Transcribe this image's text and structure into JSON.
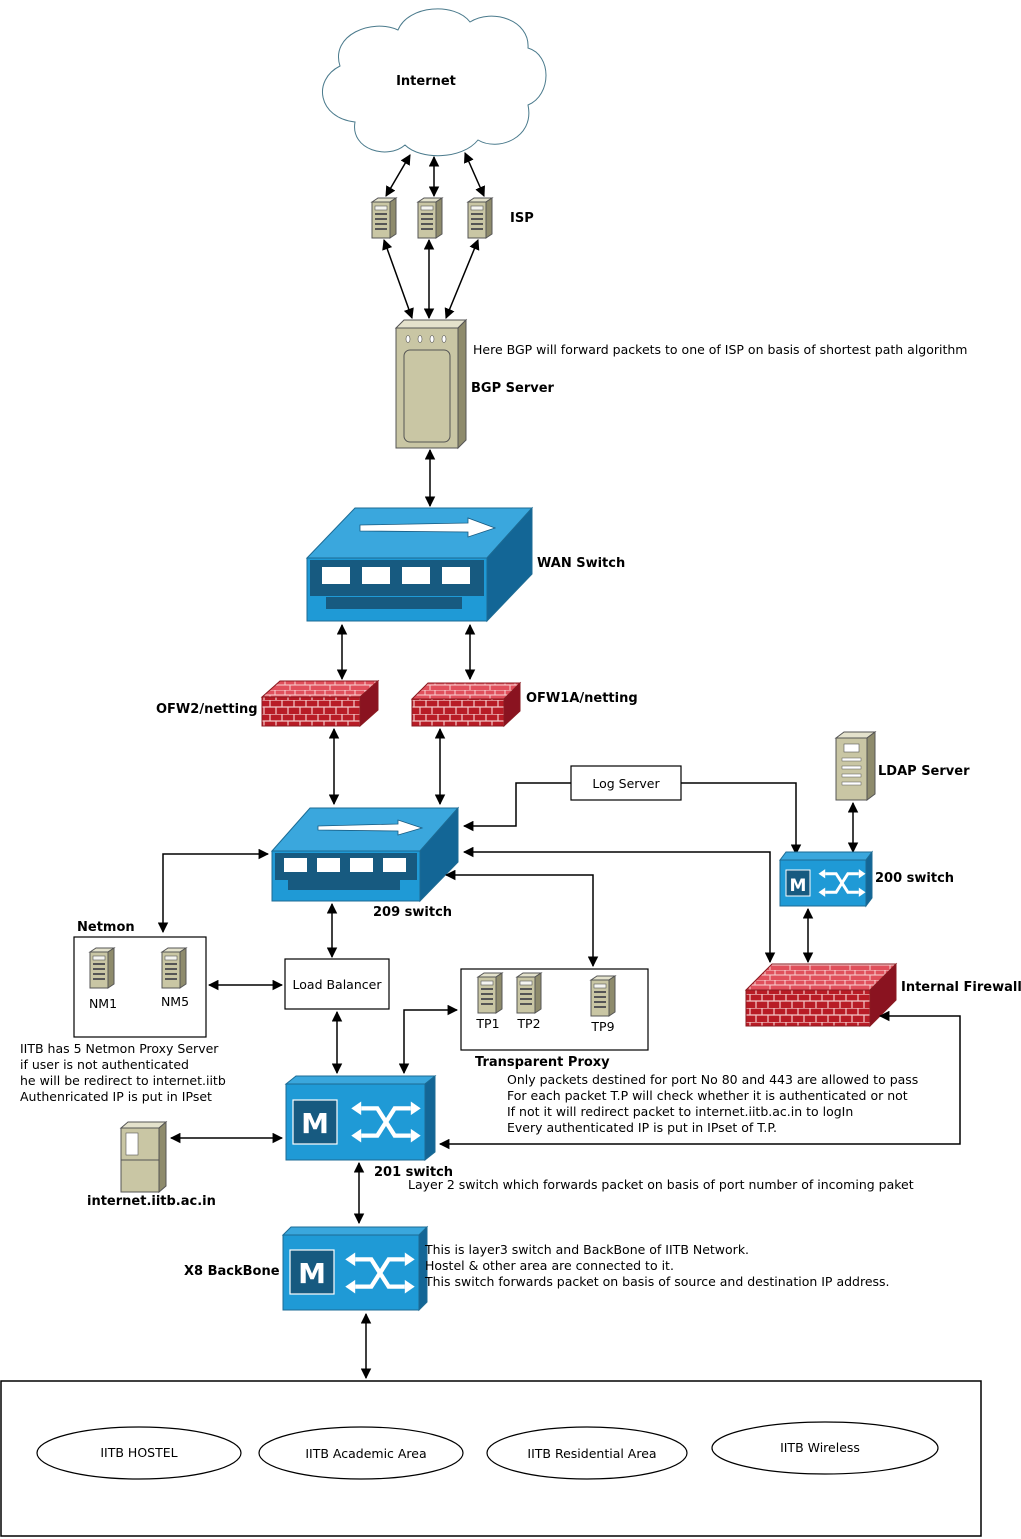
{
  "internet": {
    "label": "Internet"
  },
  "isp": {
    "label": "ISP"
  },
  "bgp": {
    "label": "BGP Server",
    "note": "Here BGP will forward packets to one of ISP on basis of shortest path algorithm"
  },
  "wan_switch": {
    "label": "WAN Switch"
  },
  "ofw2": {
    "label": "OFW2/netting"
  },
  "ofw1a": {
    "label": "OFW1A/netting"
  },
  "log_server": {
    "label": "Log Server"
  },
  "ldap": {
    "label": "LDAP Server"
  },
  "switch209": {
    "label": "209 switch"
  },
  "switch200": {
    "label": "200 switch"
  },
  "internal_firewall": {
    "label": "Internal Firewall"
  },
  "netmon": {
    "label": "Netmon",
    "nodes": [
      "NM1",
      "NM5"
    ],
    "notes": [
      "IITB has 5 Netmon Proxy Server",
      "if user is not authenticated",
      "he will be redirect to internet.iitb",
      "Authenricated IP is put in IPset"
    ]
  },
  "load_balancer": {
    "label": "Load Balancer"
  },
  "transparent_proxy": {
    "label": "Transparent Proxy",
    "nodes": [
      "TP1",
      "TP2",
      "TP9"
    ],
    "notes": [
      "Only packets destined for port No 80 and 443  are allowed to pass",
      "For  each packet T.P will check whether it is authenticated or not",
      "If not it will redirect packet to internet.iitb.ac.in to logIn",
      "Every authenticated IP is put in IPset of T.P."
    ]
  },
  "switch201": {
    "label": "201 switch",
    "note": "Layer 2 switch which forwards  packet on basis of port number of incoming paket"
  },
  "internet_iitb": {
    "label": "internet.iitb.ac.in"
  },
  "x8": {
    "label": "X8 BackBone",
    "notes": [
      "This is layer3 switch and BackBone of IITB Network.",
      "Hostel & other area are connected to it.",
      "This switch forwards packet on basis of source and destination IP address."
    ]
  },
  "areas": [
    "IITB HOSTEL",
    "IITB Academic Area",
    "IITB Residential Area",
    "IITB Wireless"
  ],
  "colors": {
    "switch_blue": "#1f9ad6",
    "switch_dark": "#175a80",
    "firewall_red": "#cc2a36",
    "server_tan": "#c9c6a4"
  }
}
